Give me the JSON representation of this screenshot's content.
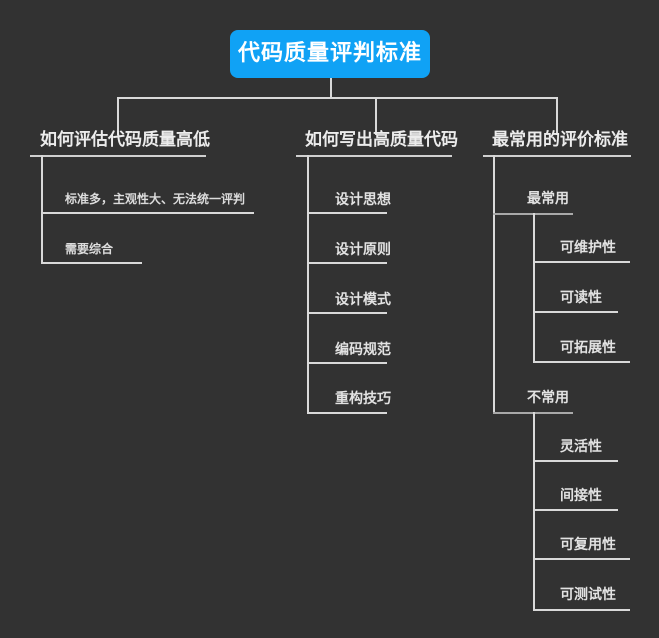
{
  "theme": {
    "background": "#323232",
    "root_fill": "#10a2f5",
    "root_text": "#ffffff",
    "node_text": "#e6e6e6",
    "line": "#d9d9d9"
  },
  "mindmap": {
    "root": {
      "label": "代码质量评判标准"
    },
    "branches": [
      {
        "label": "如何评估代码质量高低",
        "children": [
          {
            "label": "标准多，主观性大、无法统一评判",
            "children": []
          },
          {
            "label": "需要综合",
            "children": []
          }
        ]
      },
      {
        "label": "如何写出高质量代码",
        "children": [
          {
            "label": "设计思想",
            "children": []
          },
          {
            "label": "设计原则",
            "children": []
          },
          {
            "label": "设计模式",
            "children": []
          },
          {
            "label": "编码规范",
            "children": []
          },
          {
            "label": "重构技巧",
            "children": []
          }
        ]
      },
      {
        "label": "最常用的评价标准",
        "children": [
          {
            "label": "最常用",
            "children": [
              {
                "label": "可维护性"
              },
              {
                "label": "可读性"
              },
              {
                "label": "可拓展性"
              }
            ]
          },
          {
            "label": "不常用",
            "children": [
              {
                "label": "灵活性"
              },
              {
                "label": "间接性"
              },
              {
                "label": "可复用性"
              },
              {
                "label": "可测试性"
              }
            ]
          }
        ]
      }
    ]
  }
}
